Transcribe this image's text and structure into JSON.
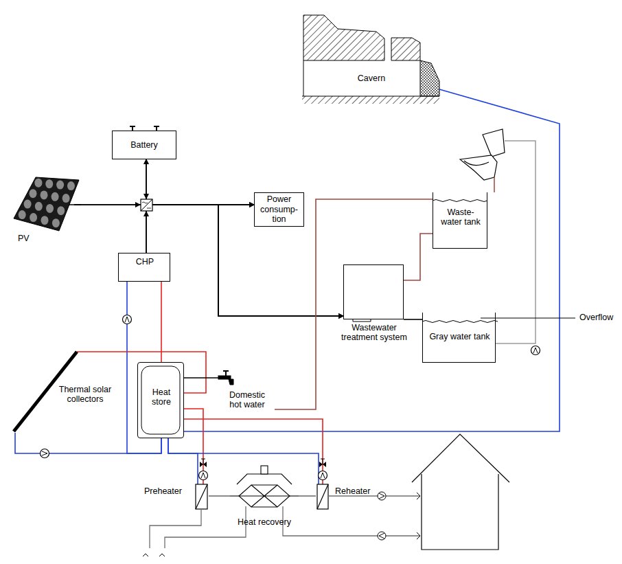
{
  "diagram": {
    "nodes": [
      {
        "text": [
          "Cavern"
        ]
      },
      {
        "text": [
          "Battery"
        ]
      },
      {
        "text": [
          "PV"
        ]
      },
      {
        "text": [
          "Power consump- tion"
        ]
      },
      {
        "text": [
          "CHP"
        ]
      },
      {
        "text": [
          "Waste- water tank"
        ]
      },
      {
        "text": [
          "Wastewater treatment system"
        ]
      },
      {
        "text": [
          "Gray water tank"
        ]
      },
      {
        "text": [
          "Thermal solar collectors"
        ]
      },
      {
        "text": [
          "Heat store"
        ]
      },
      {
        "text": [
          "Domestic hot water"
        ]
      },
      {
        "text": [
          "Preheater"
        ]
      },
      {
        "text": [
          "Heat recovery"
        ]
      },
      {
        "text": [
          "Reheater"
        ]
      }
    ],
    "edges": [
      {
        "from": 2,
        "to": 3,
        "arrow": "to"
      },
      {
        "from": 4,
        "to": 3,
        "arrow": "to"
      },
      {
        "from": 1,
        "to": 3,
        "arrow": "both"
      },
      {
        "from": 2,
        "to": 6,
        "arrow": "to"
      },
      {
        "from": 4,
        "to": 6,
        "arrow": "to"
      },
      {
        "from": 1,
        "to": 6,
        "arrow": "both"
      },
      {
        "from": 4,
        "to": 9,
        "arrow": "none"
      },
      {
        "from": 9,
        "to": 4,
        "arrow": "none"
      },
      {
        "from": 8,
        "to": 9,
        "arrow": "none"
      },
      {
        "from": 9,
        "to": 8,
        "arrow": "none"
      },
      {
        "from": 9,
        "to": 10,
        "arrow": "none"
      },
      {
        "from": 10,
        "to": 5,
        "arrow": "none"
      },
      {
        "from": 5,
        "to": 6,
        "arrow": "none"
      },
      {
        "from": 6,
        "to": 7,
        "arrow": "none"
      },
      {
        "from": 0,
        "to": 9,
        "arrow": "none"
      },
      {
        "from": 9,
        "to": 11,
        "arrow": "none"
      },
      {
        "from": 9,
        "to": 13,
        "arrow": "none"
      },
      {
        "from": 11,
        "to": 9,
        "arrow": "none"
      },
      {
        "from": 13,
        "to": 9,
        "arrow": "none"
      },
      {
        "from": 11,
        "to": 12,
        "arrow": "none"
      },
      {
        "from": 12,
        "to": 13,
        "arrow": "none"
      }
    ],
    "labels": [
      "Overflow"
    ]
  }
}
